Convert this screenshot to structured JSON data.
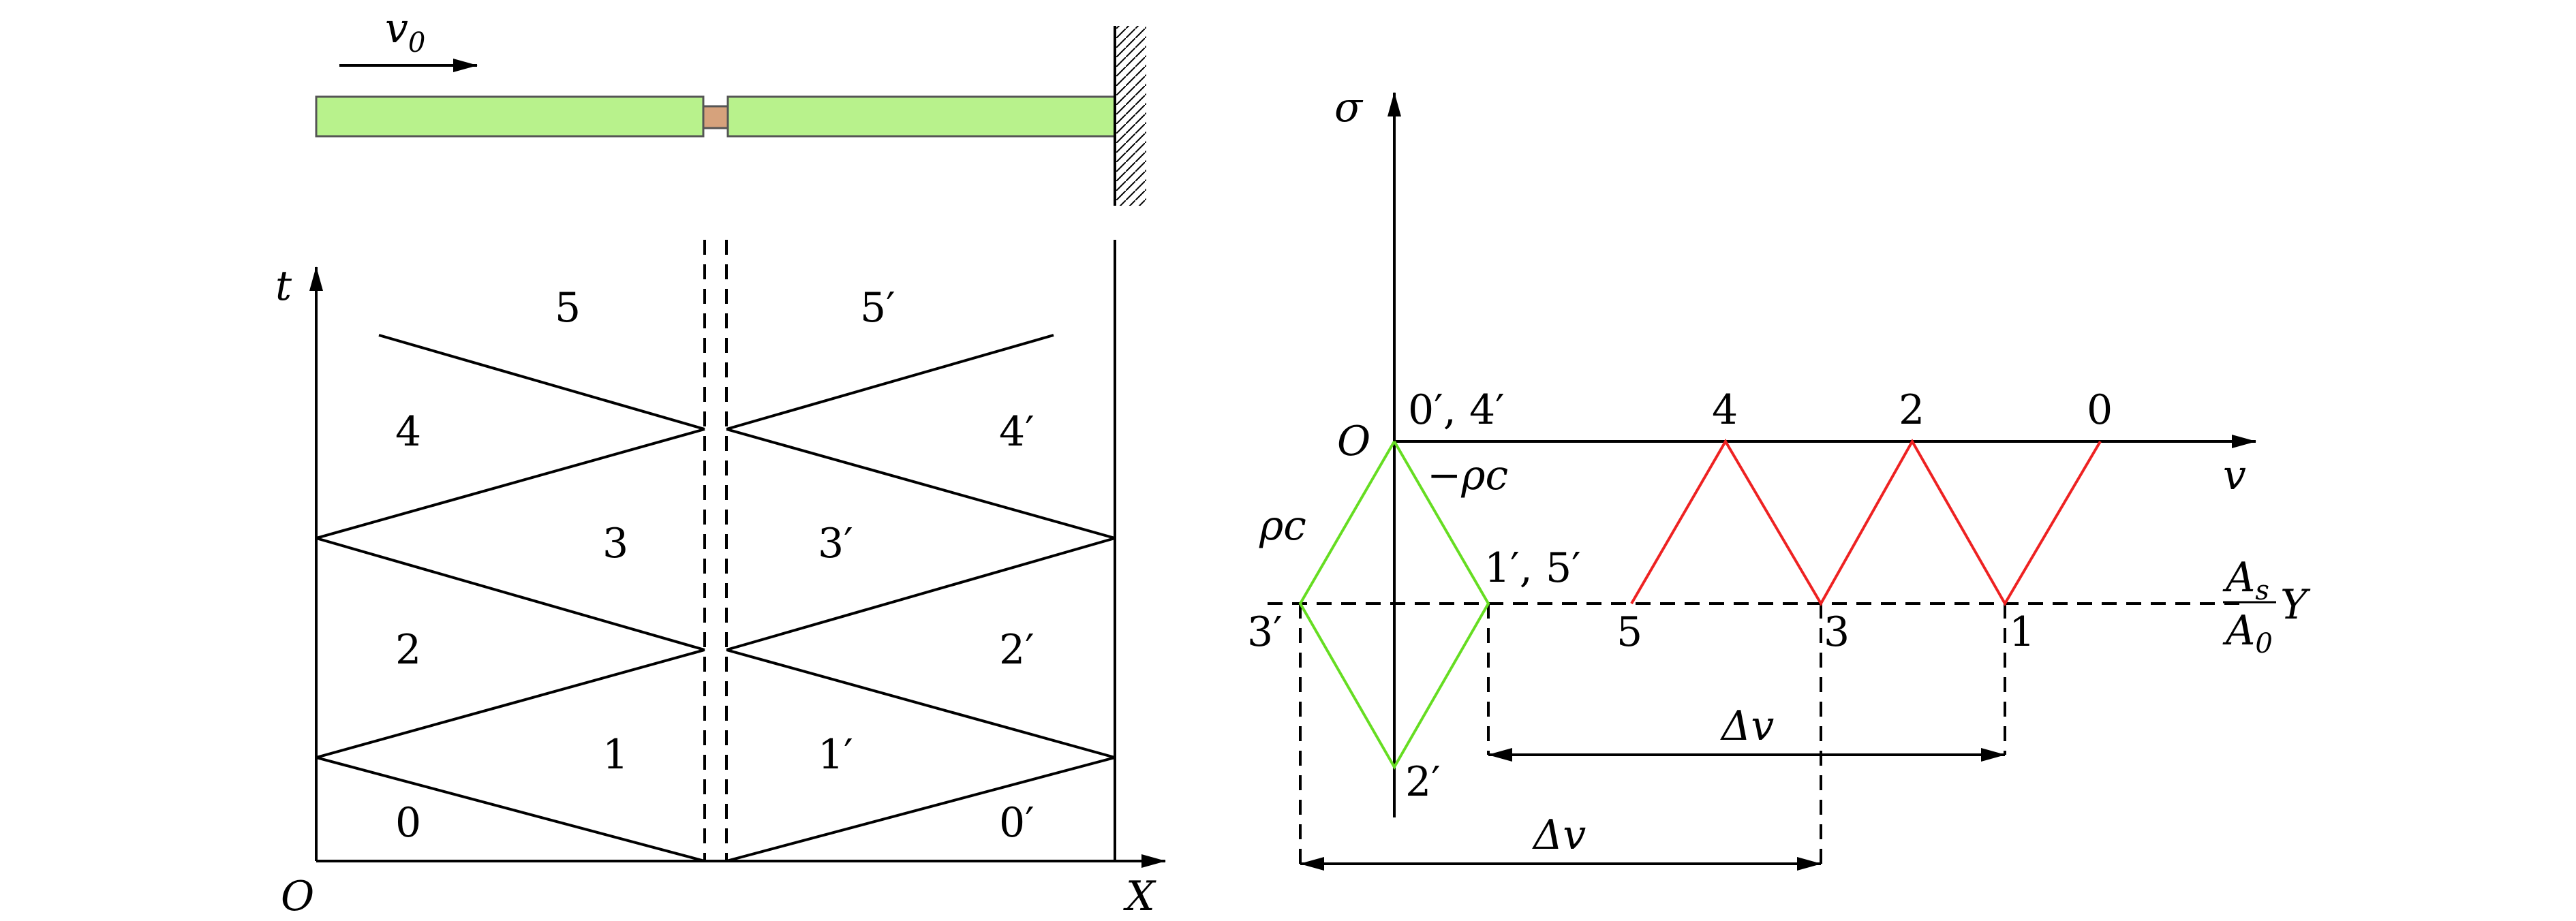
{
  "colors": {
    "line": "#000000",
    "bar_fill": "#b8f28c",
    "bar_stroke": "#555555",
    "joint_fill": "#d6a27c",
    "green_path": "#66dd22",
    "red_path": "#ee2222"
  },
  "top_schematic": {
    "velocity_symbol": "v",
    "velocity_subscript": "0"
  },
  "xt_diagram": {
    "t_axis": "t",
    "x_axis": "X",
    "origin": "O",
    "regions": {
      "r0": "0",
      "r1": "1",
      "r2": "2",
      "r3": "3",
      "r4": "4",
      "r5": "5",
      "r0p": "0′",
      "r1p": "1′",
      "r2p": "2′",
      "r3p": "3′",
      "r4p": "4′",
      "r5p": "5′"
    }
  },
  "stress_velocity_diagram": {
    "sigma_axis": "σ",
    "v_axis": "v",
    "origin": "O",
    "points": {
      "p0p4p": "0′, 4′",
      "p4": "4",
      "p2": "2",
      "p0": "0",
      "p1p5p": "1′, 5′",
      "p3p": "3′",
      "p2p": "2′",
      "p5": "5",
      "p3": "3",
      "p1": "1"
    },
    "slope_labels": {
      "pos": "ρc",
      "neg": "−ρc"
    },
    "yield_level": {
      "num": "A",
      "num_sub": "s",
      "den": "A",
      "den_sub": "0",
      "symbol": "Y"
    },
    "dimension_labels": {
      "upper": "Δv",
      "lower": "Δv"
    }
  }
}
